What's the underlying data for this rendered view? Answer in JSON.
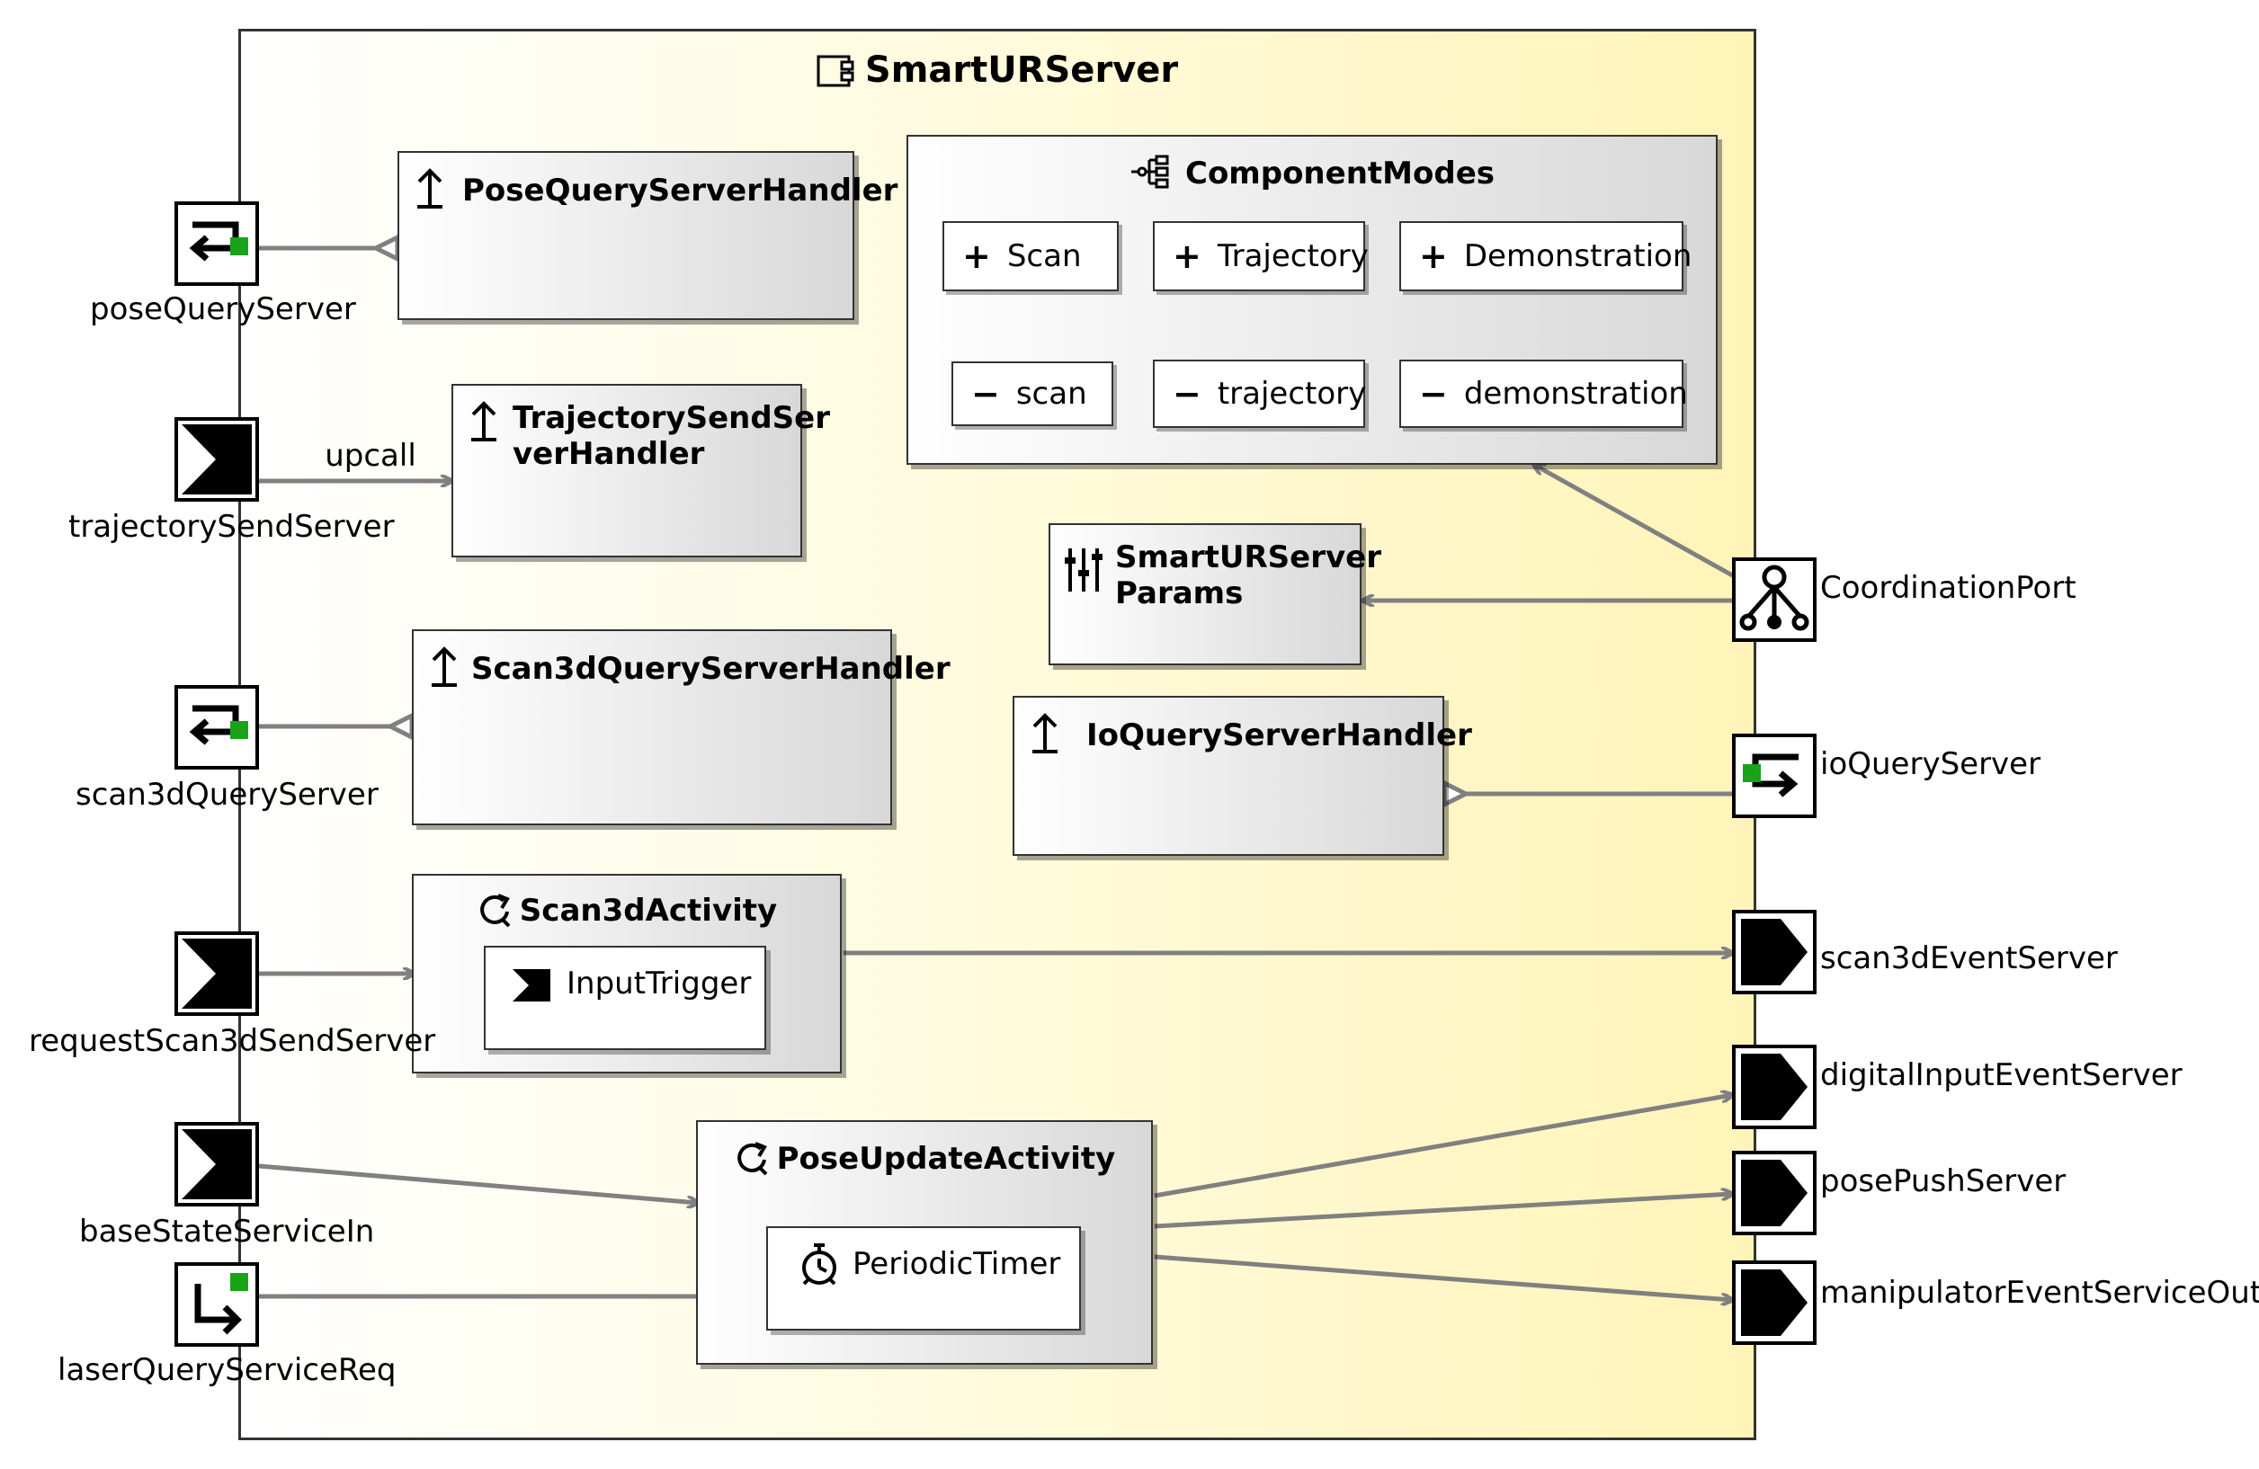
{
  "component": {
    "title": "SmartURServer"
  },
  "handlers": {
    "pose_query": "PoseQueryServerHandler",
    "trajectory_send_l1": "TrajectorySendSer",
    "trajectory_send_l2": "verHandler",
    "scan3d_query": "Scan3dQueryServerHandler",
    "io_query": "IoQueryServerHandler"
  },
  "component_modes": {
    "title": "ComponentModes",
    "modes": [
      {
        "add": "Scan",
        "remove": "scan"
      },
      {
        "add": "Trajectory",
        "remove": "trajectory"
      },
      {
        "add": "Demonstration",
        "remove": "demonstration"
      }
    ],
    "add_symbol": "+",
    "remove_symbol": "−"
  },
  "params": {
    "line1": "SmartURServer",
    "line2": "Params"
  },
  "activities": {
    "scan3d": {
      "title": "Scan3dActivity",
      "trigger": "InputTrigger"
    },
    "pose_update": {
      "title": "PoseUpdateActivity",
      "trigger": "PeriodicTimer"
    }
  },
  "left_ports": {
    "pose_query_server": "poseQueryServer",
    "trajectory_send_server": "trajectorySendServer",
    "scan3d_query_server": "scan3dQueryServer",
    "request_scan3d_send_server": "requestScan3dSendServer",
    "base_state_service_in": "baseStateServiceIn",
    "laser_query_service_req": "laserQueryServiceReq"
  },
  "right_ports": {
    "coordination_port": "CoordinationPort",
    "io_query_server": "ioQueryServer",
    "scan3d_event_server": "scan3dEventServer",
    "digital_input_event_server": "digitalInputEventServer",
    "pose_push_server": "posePushServer",
    "manipulator_event_service_out": "manipulatorEventServiceOut"
  },
  "connector_labels": {
    "upcall": "upcall"
  }
}
